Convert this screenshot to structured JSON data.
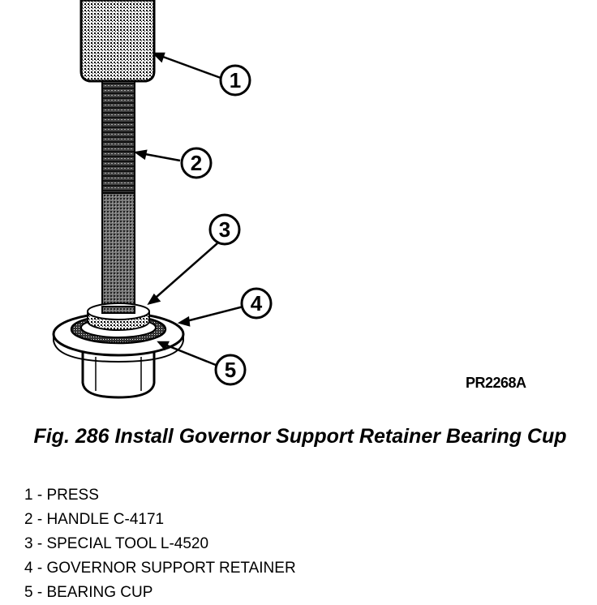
{
  "figure": {
    "code": "PR2268A",
    "caption": "Fig. 286 Install Governor Support Retainer Bearing Cup"
  },
  "callouts": [
    {
      "number": "1"
    },
    {
      "number": "2"
    },
    {
      "number": "3"
    },
    {
      "number": "4"
    },
    {
      "number": "5"
    }
  ],
  "legend": [
    "1 - PRESS",
    "2 - HANDLE C-4171",
    "3 - SPECIAL TOOL L-4520",
    "4 - GOVERNOR SUPPORT RETAINER",
    "5 - BEARING CUP"
  ]
}
